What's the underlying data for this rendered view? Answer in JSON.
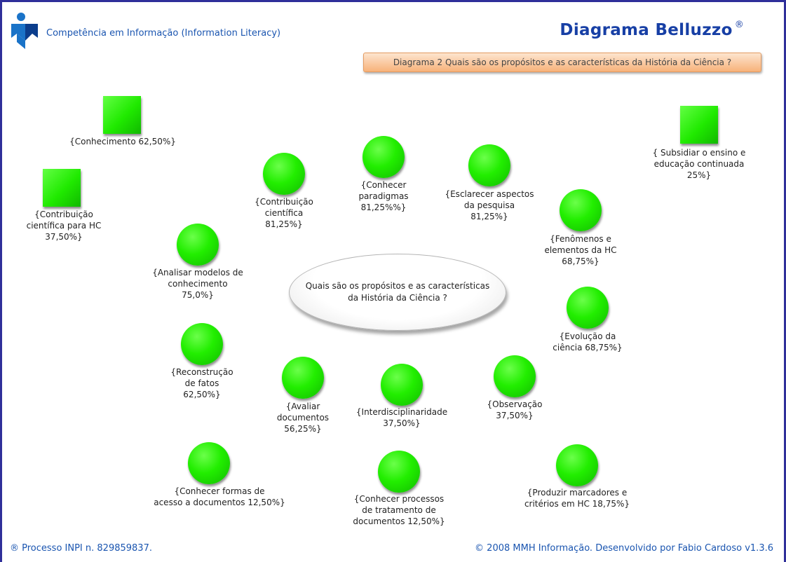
{
  "header": {
    "app_title": "Competência em Informação (Information Literacy)",
    "brand_title": "Diagrama Belluzzo",
    "brand_mark": "®",
    "question_banner": "Diagrama 2 Quais são os propósitos e as características da História da Ciência ?"
  },
  "center": {
    "text": "Quais são os propósitos e as características da História da Ciência ?"
  },
  "nodes": {
    "conhecimento": {
      "shape": "square",
      "label": "{Conhecimento 62,50%}"
    },
    "contribuicao_hc": {
      "shape": "square",
      "label": "{Contribuição\ncientífica  para HC\n37,50%}"
    },
    "subsidiar": {
      "shape": "square",
      "label": "{ Subsidiar o ensino e\neducação continuada\n25%}"
    },
    "contribuicao_cientifica": {
      "shape": "circle",
      "label": "{Contribuição\ncientífica\n81,25%}"
    },
    "paradigmas": {
      "shape": "circle",
      "label": "{Conhecer\nparadigmas\n81,25%%}"
    },
    "esclarecer": {
      "shape": "circle",
      "label": "{Esclarecer aspectos\nda pesquisa\n81,25%}"
    },
    "fenomenos": {
      "shape": "circle",
      "label": "{Fenômenos e\nelementos da HC\n68,75%}"
    },
    "analisar": {
      "shape": "circle",
      "label": "{Analisar modelos de\nconhecimento\n75,0%}"
    },
    "evolucao": {
      "shape": "circle",
      "label": "{Evolução da\nciência 68,75%}"
    },
    "reconstrucao": {
      "shape": "circle",
      "label": "{Reconstrução\nde fatos\n62,50%}"
    },
    "avaliar": {
      "shape": "circle",
      "label": "{Avaliar\ndocumentos\n56,25%}"
    },
    "interdisciplinaridade": {
      "shape": "circle",
      "label": "{Interdisciplinaridade\n37,50%}"
    },
    "observacao": {
      "shape": "circle",
      "label": "{Observação\n37,50%}"
    },
    "formas_acesso": {
      "shape": "circle",
      "label": "{Conhecer formas de\nacesso a documentos 12,50%}"
    },
    "processos": {
      "shape": "circle",
      "label": "{Conhecer processos\nde tratamento de\ndocumentos 12,50%}"
    },
    "marcadores": {
      "shape": "circle",
      "label": "{Produzir marcadores e\ncritérios em HC 18,75%}"
    }
  },
  "footer": {
    "left": "® Processo INPI n. 829859837.",
    "right": "© 2008 MMH Informação. Desenvolvido por Fabio Cardoso  v1.3.6"
  },
  "colors": {
    "node_green": "#22ee00",
    "brand_blue": "#173fa5",
    "link_blue": "#1a55b0",
    "banner_orange": "#f7b27a",
    "frame_blue": "#2f2f9a"
  }
}
